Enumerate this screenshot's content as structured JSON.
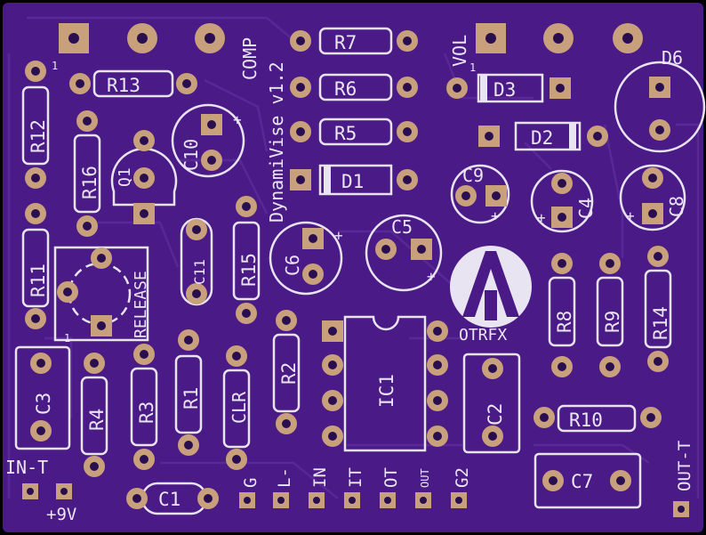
{
  "colors": {
    "board": "#4a1a86",
    "trace": "#5a2a99",
    "silk": "#e8e4f2",
    "pad": "#c8a07c",
    "hole": "#2a0f50",
    "background": "#000000"
  },
  "labels": {
    "comp": "COMP",
    "vol": "VOL",
    "title": "DynamiVise v1.2",
    "release": "RELEASE",
    "brand": "OTRFX",
    "pin1_comp": "1",
    "pin1_vol": "1",
    "pin1_release": "1",
    "in_t": "IN-T",
    "out_t": "OUT-T",
    "power": "+9V",
    "g": "G",
    "l": "L-",
    "in": "IN",
    "it": "IT",
    "ot": "OT",
    "out": "OUT",
    "g2": "G2",
    "plus": "+"
  },
  "parts": {
    "R1": "R1",
    "R2": "R2",
    "R3": "R3",
    "R4": "R4",
    "R5": "R5",
    "R6": "R6",
    "R7": "R7",
    "R8": "R8",
    "R9": "R9",
    "R10": "R10",
    "R11": "R11",
    "R12": "R12",
    "R13": "R13",
    "R14": "R14",
    "R15": "R15",
    "R16": "R16",
    "C1": "C1",
    "C2": "C2",
    "C3": "C3",
    "C4": "C4",
    "C5": "C5",
    "C6": "C6",
    "C7": "C7",
    "C8": "C8",
    "C9": "C9",
    "C10": "C10",
    "C11": "C11",
    "D1": "D1",
    "D2": "D2",
    "D3": "D3",
    "D6": "D6",
    "Q1": "Q1",
    "IC1": "IC1",
    "CLR": "CLR"
  }
}
